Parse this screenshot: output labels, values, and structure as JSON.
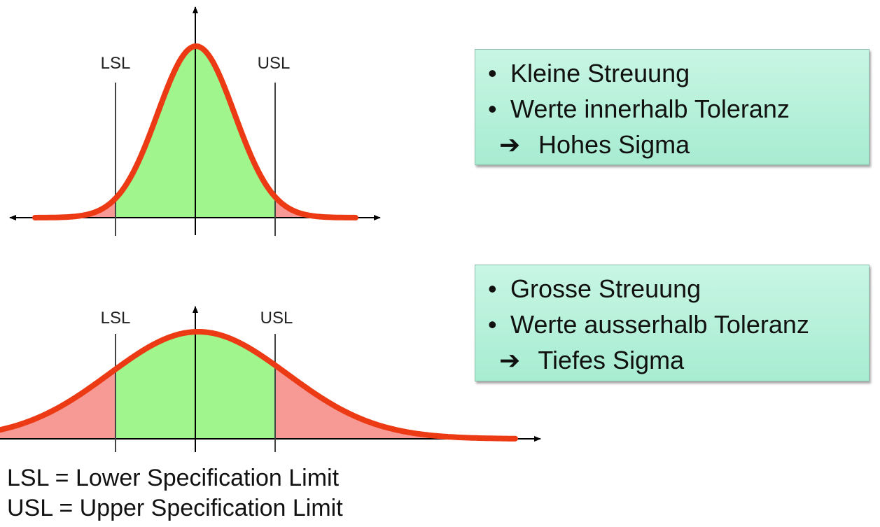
{
  "top_panel": {
    "lsl_label": "LSL",
    "usl_label": "USL",
    "spread": "narrow",
    "lines": [
      "Kleine Streuung",
      "Werte innerhalb Toleranz"
    ],
    "conclusion": "Hohes Sigma"
  },
  "bottom_panel": {
    "lsl_label": "LSL",
    "usl_label": "USL",
    "spread": "wide",
    "lines": [
      "Grosse Streuung",
      "Werte ausserhalb Toleranz"
    ],
    "conclusion": "Tiefes Sigma"
  },
  "legend": {
    "lsl": "LSL = Lower Specification Limit",
    "usl": "USL = Upper Specification Limit"
  },
  "symbols": {
    "bullet": "•",
    "arrow": "➔"
  },
  "colors": {
    "curve": "#ec3a14",
    "inside_fill": "#a0f58c",
    "outside_fill": "#f79a96",
    "box_fill": "#b4f0da"
  }
}
